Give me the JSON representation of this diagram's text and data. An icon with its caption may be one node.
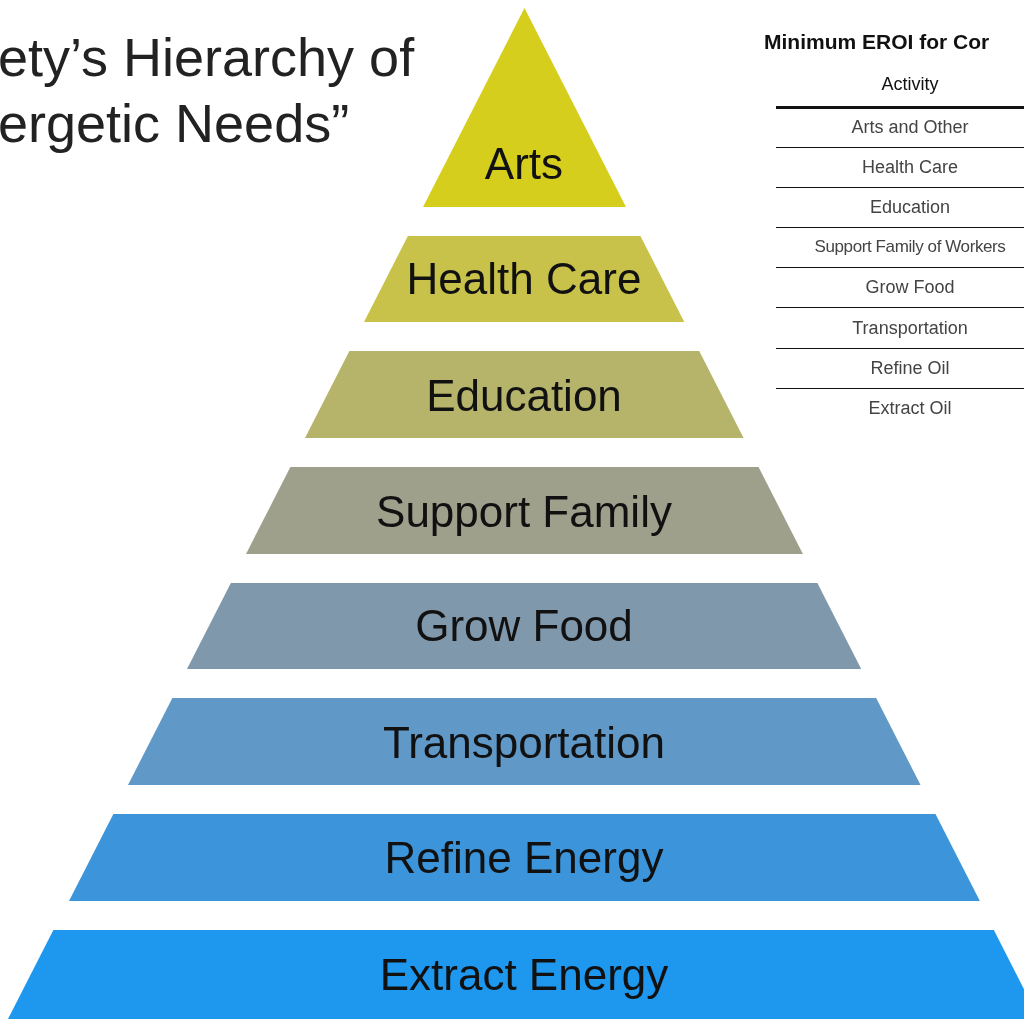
{
  "diagram": {
    "title": "ety’s Hierarchy of ergetic Needs”",
    "nodes": [
      {
        "text": [
          "Arts"
        ]
      },
      {
        "text": [
          "Health Care"
        ]
      },
      {
        "text": [
          "Education"
        ]
      },
      {
        "text": [
          "Support Family"
        ]
      },
      {
        "text": [
          "Grow Food"
        ]
      },
      {
        "text": [
          "Transportation"
        ]
      },
      {
        "text": [
          "Refine Energy"
        ]
      },
      {
        "text": [
          "Extract Energy"
        ]
      }
    ],
    "edges": [],
    "labels": [
      "Minimum EROI for Cor",
      "Activity",
      "Arts and Other",
      "Health Care",
      "Education",
      "Support Family of Workers",
      "Grow Food",
      "Transportation",
      "Refine Oil",
      "Extract Oil"
    ]
  }
}
